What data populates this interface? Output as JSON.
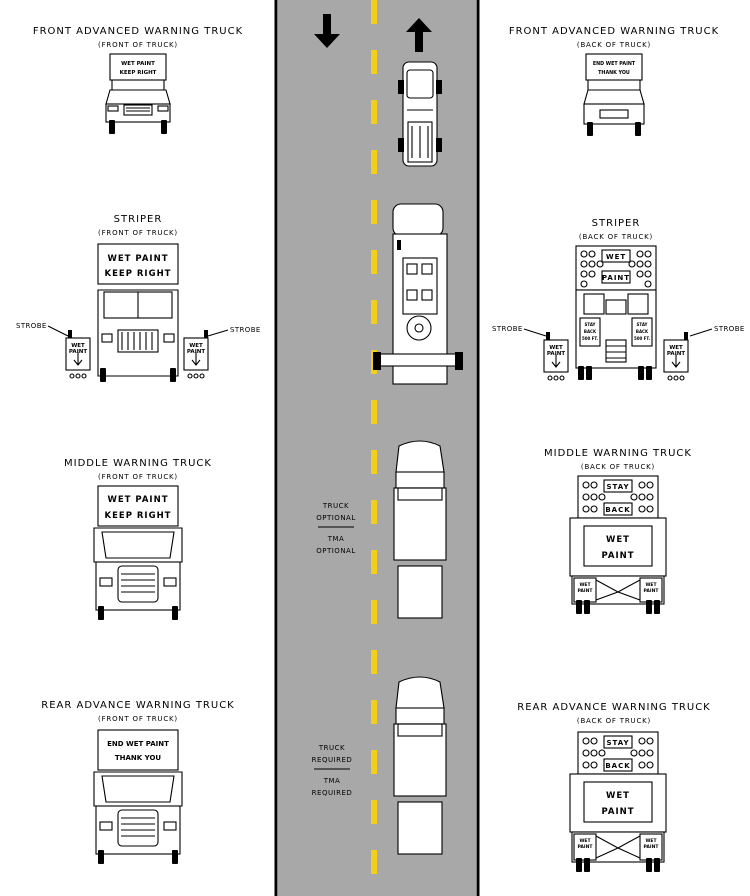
{
  "colors": {
    "road": "#a8a8a8",
    "lane_line": "#f2cf1c",
    "ink": "#000000"
  },
  "left": {
    "front_advanced": {
      "title": "FRONT ADVANCED WARNING TRUCK",
      "subtitle": "(FRONT OF TRUCK)",
      "sign_line1": "WET PAINT",
      "sign_line2": "KEEP RIGHT"
    },
    "striper": {
      "title": "STRIPER",
      "subtitle": "(FRONT OF TRUCK)",
      "sign_line1": "WET PAINT",
      "sign_line2": "KEEP RIGHT",
      "strobe_left": "STROBE",
      "strobe_right": "STROBE",
      "box_line1": "WET",
      "box_line2": "PAINT"
    },
    "middle": {
      "title": "MIDDLE WARNING TRUCK",
      "subtitle": "(FRONT OF TRUCK)",
      "sign_line1": "WET PAINT",
      "sign_line2": "KEEP RIGHT"
    },
    "rear_advance": {
      "title": "REAR ADVANCE WARNING TRUCK",
      "subtitle": "(FRONT OF TRUCK)",
      "sign_line1": "END WET PAINT",
      "sign_line2": "THANK YOU"
    }
  },
  "right": {
    "front_advanced": {
      "title": "FRONT ADVANCED WARNING TRUCK",
      "subtitle": "(BACK OF TRUCK)",
      "sign_line1": "END WET PAINT",
      "sign_line2": "THANK YOU"
    },
    "striper": {
      "title": "STRIPER",
      "subtitle": "(BACK OF TRUCK)",
      "top_line1": "WET",
      "top_line2": "PAINT",
      "panel_line1": "STAY",
      "panel_line2": "BACK",
      "panel_line3": "500 FT.",
      "strobe_left": "STROBE",
      "strobe_right": "STROBE",
      "box_line1": "WET",
      "box_line2": "PAINT"
    },
    "middle": {
      "title": "MIDDLE WARNING TRUCK",
      "subtitle": "(BACK OF TRUCK)",
      "top_line1": "STAY",
      "top_line2": "BACK",
      "panel_line1": "WET",
      "panel_line2": "PAINT",
      "corner_line1": "WET",
      "corner_line2": "PAINT"
    },
    "rear_advance": {
      "title": "REAR ADVANCE WARNING TRUCK",
      "subtitle": "(BACK OF TRUCK)",
      "top_line1": "STAY",
      "top_line2": "BACK",
      "panel_line1": "WET",
      "panel_line2": "PAINT",
      "corner_line1": "WET",
      "corner_line2": "PAINT"
    }
  },
  "road": {
    "label1_line1": "TRUCK",
    "label1_line2": "OPTIONAL",
    "label1_line3": "TMA",
    "label1_line4": "OPTIONAL",
    "label2_line1": "TRUCK",
    "label2_line2": "REQUIRED",
    "label2_line3": "TMA",
    "label2_line4": "REQUIRED"
  }
}
